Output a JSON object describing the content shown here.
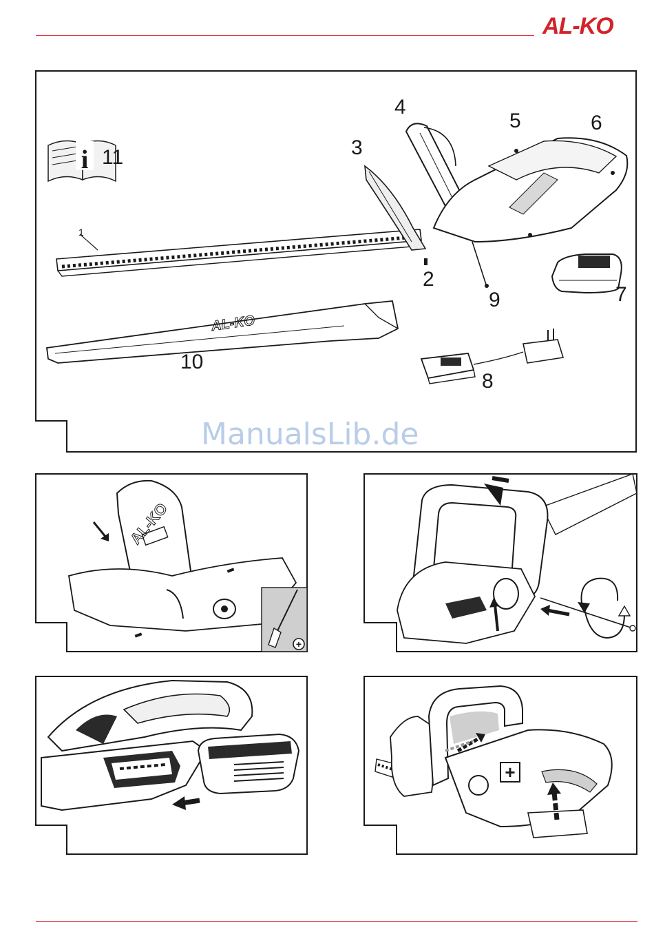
{
  "header": {
    "brand_logo_text": "AL-KO"
  },
  "main_figure": {
    "callouts": {
      "n1": "1",
      "n2": "2",
      "n3": "3",
      "n4": "4",
      "n5": "5",
      "n6": "6",
      "n7": "7",
      "n8": "8",
      "n9": "9",
      "n10": "10",
      "n11": "11"
    },
    "info_icon_letter": "i",
    "blade_guard_lettering": "AL-KO"
  },
  "step_a": {
    "hand_guard_lettering": "AL-KO"
  },
  "step_d": {
    "plus_symbol": "+"
  },
  "watermark": {
    "text": "ManualsLib.de"
  },
  "colors": {
    "brand_red": "#d2232a",
    "rule_red": "#e5343b",
    "line": "#1a1a1a",
    "gray_fill": "#cfcfcf"
  }
}
